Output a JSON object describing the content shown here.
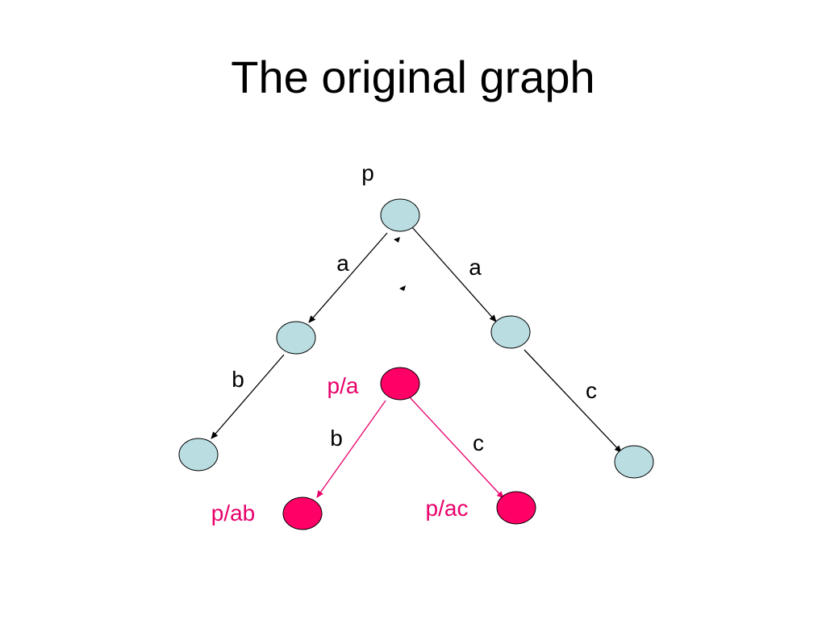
{
  "title": "The original graph",
  "colors": {
    "original_node_fill": "#b9dde1",
    "new_node_fill": "#ff0066",
    "node_stroke": "#000000",
    "original_edge": "#000000",
    "new_edge": "#e8006a",
    "new_label": "#e8006a",
    "text": "#000000"
  },
  "original_graph": {
    "root_label": "p",
    "edge_labels": {
      "root_left": "a",
      "root_right": "a",
      "left_down": "b",
      "right_down": "c"
    }
  },
  "new_graph": {
    "node_labels": {
      "root": "p/a",
      "left": "p/ab",
      "right": "p/ac"
    },
    "edge_labels": {
      "left": "b",
      "right": "c"
    }
  }
}
